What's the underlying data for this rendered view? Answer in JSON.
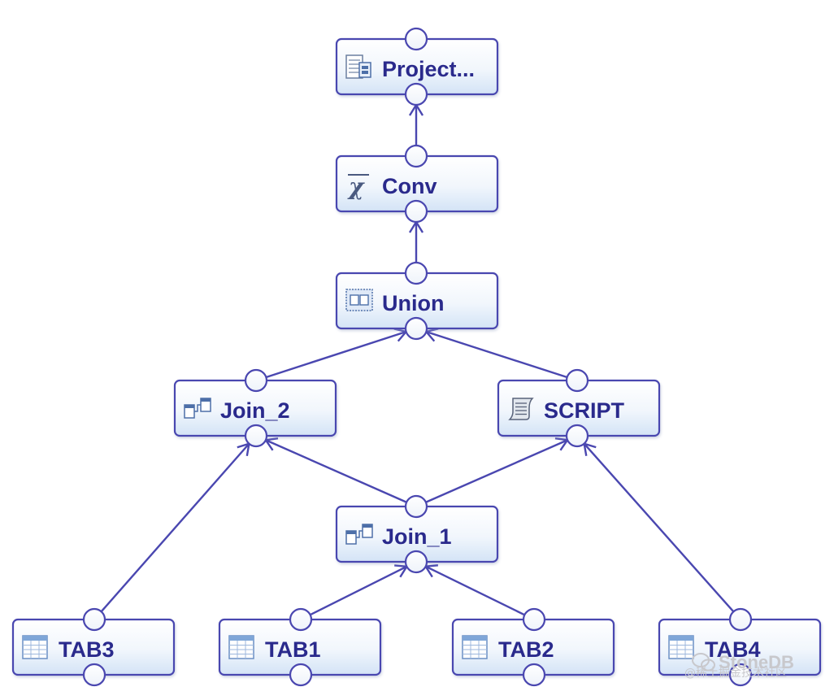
{
  "colors": {
    "stroke": "#4a47b0",
    "edge": "#4a47b0",
    "label": "#2a2a8c",
    "box_top": "#ffffff",
    "box_bottom": "#d6e6f7"
  },
  "nodes": [
    {
      "id": "project",
      "label": "Project...",
      "icon": "projection-icon"
    },
    {
      "id": "conv",
      "label": "Conv",
      "icon": "formula-icon"
    },
    {
      "id": "union",
      "label": "Union",
      "icon": "union-icon"
    },
    {
      "id": "join_2",
      "label": "Join_2",
      "icon": "join-icon"
    },
    {
      "id": "script",
      "label": "SCRIPT",
      "icon": "script-icon"
    },
    {
      "id": "join_1",
      "label": "Join_1",
      "icon": "join-icon"
    },
    {
      "id": "tab3",
      "label": "TAB3",
      "icon": "table-icon"
    },
    {
      "id": "tab1",
      "label": "TAB1",
      "icon": "table-icon"
    },
    {
      "id": "tab2",
      "label": "TAB2",
      "icon": "table-icon"
    },
    {
      "id": "tab4",
      "label": "TAB4",
      "icon": "table-icon"
    }
  ],
  "edges": [
    {
      "from": "conv",
      "to": "project"
    },
    {
      "from": "union",
      "to": "conv"
    },
    {
      "from": "join_2",
      "to": "union"
    },
    {
      "from": "script",
      "to": "union"
    },
    {
      "from": "join_1",
      "to": "join_2"
    },
    {
      "from": "join_1",
      "to": "script"
    },
    {
      "from": "tab3",
      "to": "join_2"
    },
    {
      "from": "tab4",
      "to": "script"
    },
    {
      "from": "tab1",
      "to": "join_1"
    },
    {
      "from": "tab2",
      "to": "join_1"
    }
  ],
  "watermark": {
    "brand": "StoneDB",
    "sub": "@稀土掘金技术社区"
  }
}
